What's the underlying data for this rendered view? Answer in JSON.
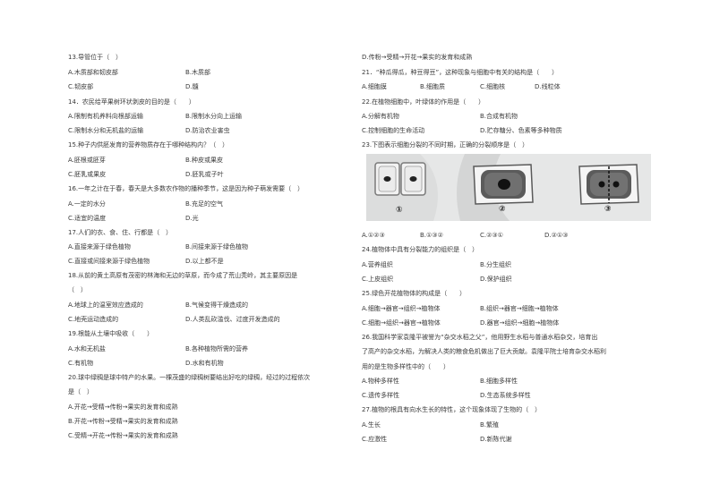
{
  "left": {
    "q13": {
      "stem": "13.导管位于（　）",
      "a": "A.木质部和韧皮部",
      "b": "B.木质部",
      "c": "C.韧皮部",
      "d": "D.髓"
    },
    "q14": {
      "stem": "14．农民给苹果树环状剥皮的目的是（　　）",
      "a": "A.限制有机养料向根部运输",
      "b": "B.限制水分向上运输",
      "c": "C.限制水分和无机盐的运输",
      "d": "D.防治农业害虫"
    },
    "q15": {
      "stem": "15.种子内供胚发育的营养物质存在于哪种结构内？（　）",
      "a": "A.胚根或胚芽",
      "b": "B.种皮或果皮",
      "c": "C.胚乳或果皮",
      "d": "D.胚乳或子叶"
    },
    "q16": {
      "stem": "16.一年之计在于春，春天是大多数农作物的播种季节，这是因为种子萌发需要（　）",
      "a": "A.一定的水分",
      "b": "B.充足的空气",
      "c": "C.适宜的温度",
      "d": "D.光"
    },
    "q17": {
      "stem": "17.人们的衣、食、住、行都是（　）",
      "a": "A.直接来源于绿色植物",
      "b": "B.间接来源于绿色植物",
      "c": "C.直接或间接来源于绿色植物",
      "d": "D.以上都不是"
    },
    "q18": {
      "stem": "18.从前的黄土高原有茂密的林海和无边的草原，而今成了荒山秃岭，其主要原因是",
      "stem2": "（　）",
      "a": "A.地球上的温室效应造成的",
      "b": "B.气候变得干燥造成的",
      "c": "C.地壳运动造成的",
      "d": "D.人类乱砍滥伐、过度开发造成的"
    },
    "q19": {
      "stem": "19.根能从土壤中吸收（　　）",
      "a": "A.水和无机盐",
      "b": "B.各种植物所需的营养",
      "c": "C.有机物",
      "d": "D.水和有机物"
    },
    "q20": {
      "stem": "20.球中绿稠是球中特产的水果。一棵茂盛的绿稠树要结出好吃的绿稠，经过的过程依次",
      "stem2": "是（　）",
      "a": "A.开花→受精→传粉→果实的发育和成熟",
      "b": "B.开花→传粉→受精→果实的发育和成熟",
      "c": "C.受精→开花→传粉→果实的发育和成熟"
    }
  },
  "right": {
    "q20d": "D.传粉→受精→开花→果实的发育和成熟",
    "q21": {
      "stem": "21．“种瓜得瓜，种豆得豆”，这种现象与细胞中有关的结构是（　　）",
      "a": "A.细胞膜",
      "b": "B.细胞质",
      "c": "C.细胞核",
      "d": "D.线粒体"
    },
    "q22": {
      "stem": "22.在植物细胞中，叶绿体的作用是（　　）",
      "a": "A.分解有机物",
      "b": "B.合成有机物",
      "c": "C.控制细胞的生命活动",
      "d": "D.贮存糖分、色素等多种物质"
    },
    "q23": {
      "stem": "23.下图表示细胞分裂的不同时期，正确的分裂顺序是（　）",
      "a": "A.①②③",
      "b": "B.①③②",
      "c": "C.②③①",
      "d": "D.②①③",
      "fig_labels": [
        "①",
        "②",
        "③"
      ]
    },
    "q24": {
      "stem": "24.植物体中具有分裂能力的组织是（　）",
      "a": "A.营养组织",
      "b": "B.分生组织",
      "c": "C.上皮组织",
      "d": "D.保护组织"
    },
    "q25": {
      "stem": "25.绿色开花植物体的构成是（　　）",
      "a": "A.细胞→器官→组织→植物体",
      "b": "B.组织→器官→细胞→植物体",
      "c": "C.细胞→组织→器官→植物体",
      "d": "D.器官→组织→细胞→植物体"
    },
    "q26": {
      "stem": "26.我国科学家袁隆平被誉为“杂交水稻之父”，他用野生水稻与普通水稻杂交，培育出",
      "stem2": "了高产的杂交水稻，为解决人类的粮食危机做出了巨大贡献。袁隆平院士培育杂交水稻利",
      "stem3": "用的是生物多样性中的（　　）",
      "a": "A.物种多样性",
      "b": "B.细胞多样性",
      "c": "C.遗传多样性",
      "d": "D.生态系统多样性"
    },
    "q27": {
      "stem": "27.植物的根具有向水生长的特性，这个现象体现了生物的（　）",
      "a": "A.生长",
      "b": "B.繁殖",
      "c": "C.应激性",
      "d": "D.新陈代谢"
    }
  }
}
